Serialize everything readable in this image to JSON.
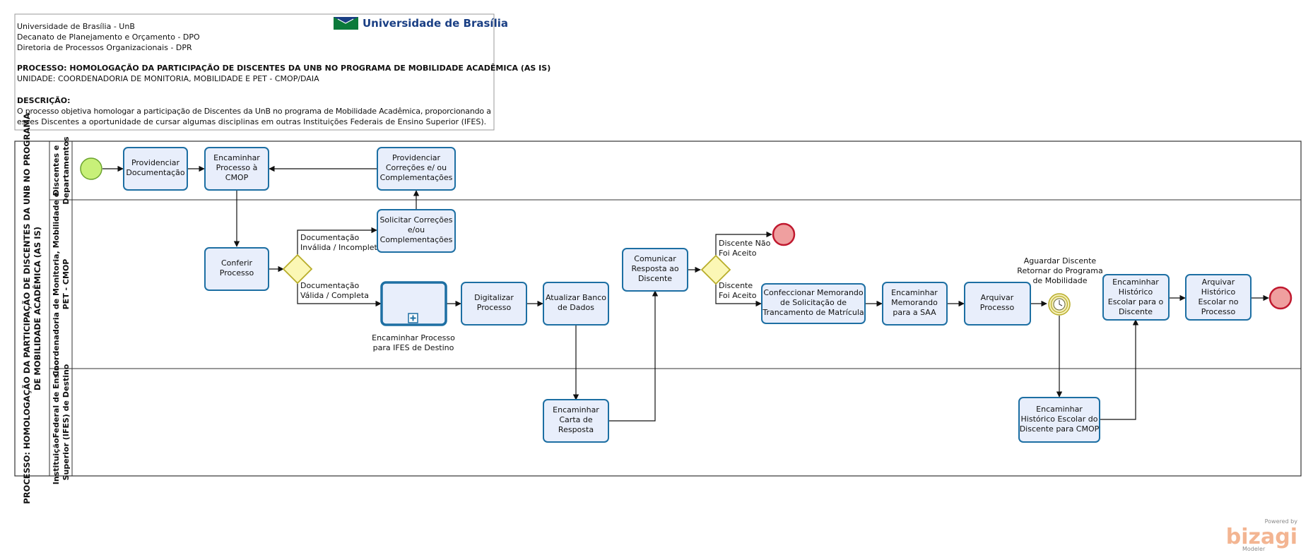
{
  "header": {
    "org_lines": [
      "Universidade de Brasília - UnB",
      "Decanato de Planejamento e Orçamento - DPO",
      "Diretoria de Processos Organizacionais - DPR"
    ],
    "process_title": "PROCESSO: HOMOLOGAÇÃO DA PARTICIPAÇÃO DE DISCENTES DA UNB NO PROGRAMA DE MOBILIDADE ACADÊMICA (AS IS)",
    "unit": "UNIDADE: COORDENADORIA DE MONITORIA, MOBILIDADE E PET - CMOP/DAIA",
    "description_label": "DESCRIÇÃO:",
    "description_lines": [
      "O processo objetiva homologar a participação de Discentes da UnB no programa de Mobilidade Acadêmica, proporcionando a",
      "esses Discentes a oportunidade de cursar algumas disciplinas em outras Instituições Federais de Ensino Superior (IFES)."
    ],
    "logo_text": "Universidade de Brasília"
  },
  "pool": {
    "name_lines": [
      "PROCESSO: HOMOLOGAÇÃO DA PARTICIPAÇÃO DE DISCENTES DA UNB NO PROGRAMA",
      "DE MOBILIDADE ACADÊMICA (AS IS)"
    ]
  },
  "lanes": [
    {
      "id": "lane-discentes",
      "lines": [
        "Discentes e",
        "Departamentos"
      ]
    },
    {
      "id": "lane-cmop",
      "lines": [
        "Coordenadoria de Monitoria, Mobilidade e",
        "PET - CMOP"
      ]
    },
    {
      "id": "lane-ifes",
      "lines": [
        "InstituiçãoFederal de Ensino",
        "Superior (IFES) de Destino"
      ]
    }
  ],
  "tasks": {
    "t1": [
      "Providenciar",
      "Documentação"
    ],
    "t2": [
      "Encaminhar",
      "Processo à",
      "CMOP"
    ],
    "t3": [
      "Providenciar",
      "Correções e/ ou",
      "Complementações"
    ],
    "t4": [
      "Conferir",
      "Processo"
    ],
    "t5": [
      "Solicitar Correções",
      "e/ou",
      "Complementações"
    ],
    "t6": [
      "Encaminhar Processo",
      "para IFES de Destino"
    ],
    "t7": [
      "Digitalizar",
      "Processo"
    ],
    "t8": [
      "Atualizar Banco",
      "de Dados"
    ],
    "t9": [
      "Comunicar",
      "Resposta ao",
      "Discente"
    ],
    "t10": [
      "Encaminhar",
      "Carta de",
      "Resposta"
    ],
    "t11": [
      "Confeccionar Memorando",
      "de Solicitação de",
      "Trancamento de Matrícula"
    ],
    "t12": [
      "Encaminhar",
      "Memorando",
      "para a SAA"
    ],
    "t13": [
      "Arquivar",
      "Processo"
    ],
    "t14": [
      "Encaminhar",
      "Histórico Escolar do",
      "Discente para CMOP"
    ],
    "t15": [
      "Encaminhar",
      "Histórico",
      "Escolar para o",
      "Discente"
    ],
    "t16": [
      "Arquivar",
      "Histórico",
      "Escolar no",
      "Processo"
    ]
  },
  "timer_event": [
    "Aguardar Discente",
    "Retornar do Programa",
    "de Mobilidade"
  ],
  "flow_labels": {
    "g1_invalid": [
      "Documentação",
      "Inválida / Incompleta"
    ],
    "g1_valid": [
      "Documentação",
      "Válida / Completa"
    ],
    "g2_rejected": [
      "Discente Não",
      "Foi Aceito"
    ],
    "g2_accepted": [
      "Discente",
      "Foi Aceito"
    ]
  },
  "branding": {
    "powered_by": "Powered by",
    "brand": "bizagi",
    "product": "Modeler"
  },
  "colors": {
    "task_fill": "#e8eefb",
    "task_stroke": "#1d6fa3",
    "start_fill": "#c8f079",
    "start_stroke": "#6aa32c",
    "end_fill": "#ef9f9f",
    "end_stroke": "#c0192f",
    "gateway_fill": "#fbf7b5",
    "gateway_stroke": "#b8ad2a"
  }
}
